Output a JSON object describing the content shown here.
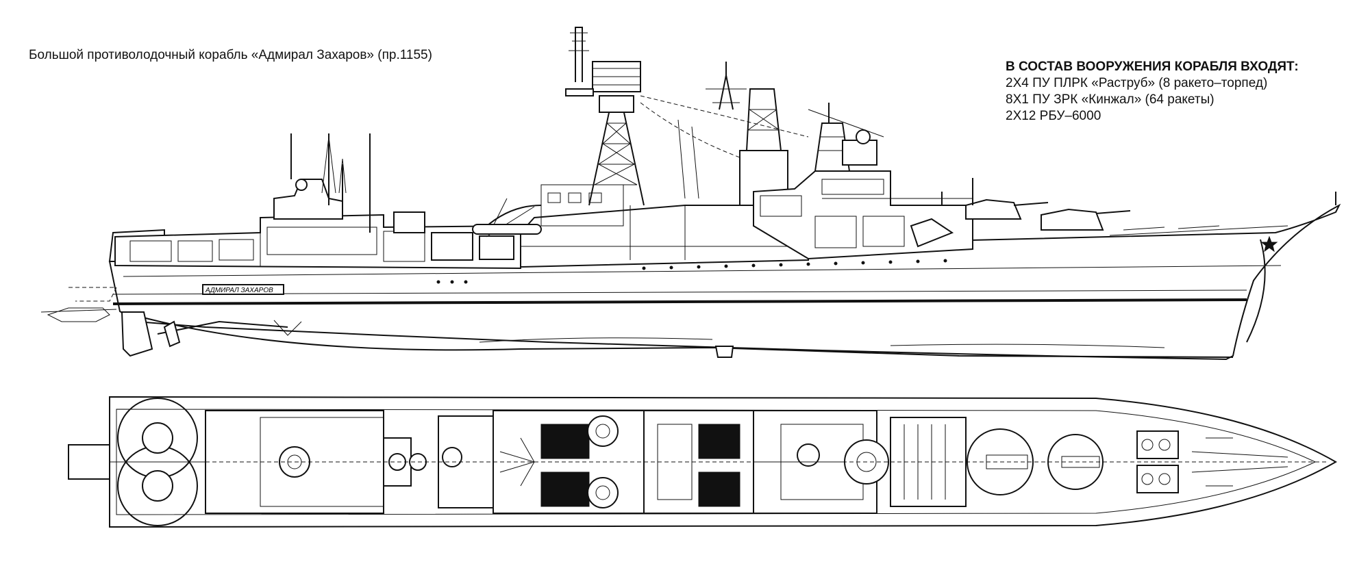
{
  "title": "Большой противолодочный корабль «Адмирал Захаров» (пр.1155)",
  "armament": {
    "heading": "В СОСТАВ ВООРУЖЕНИЯ КОРАБЛЯ ВХОДЯТ:",
    "items": [
      "2Х4 ПУ ПЛРК «Раструб» (8 ракето–торпед)",
      "8Х1 ПУ ЗРК «Кинжал» (64 ракеты)",
      "2Х12 РБУ–6000"
    ]
  },
  "hull_nameplate": "АДМИРАЛ ЗАХАРОВ",
  "icons": {
    "bow_star": "star-icon"
  }
}
